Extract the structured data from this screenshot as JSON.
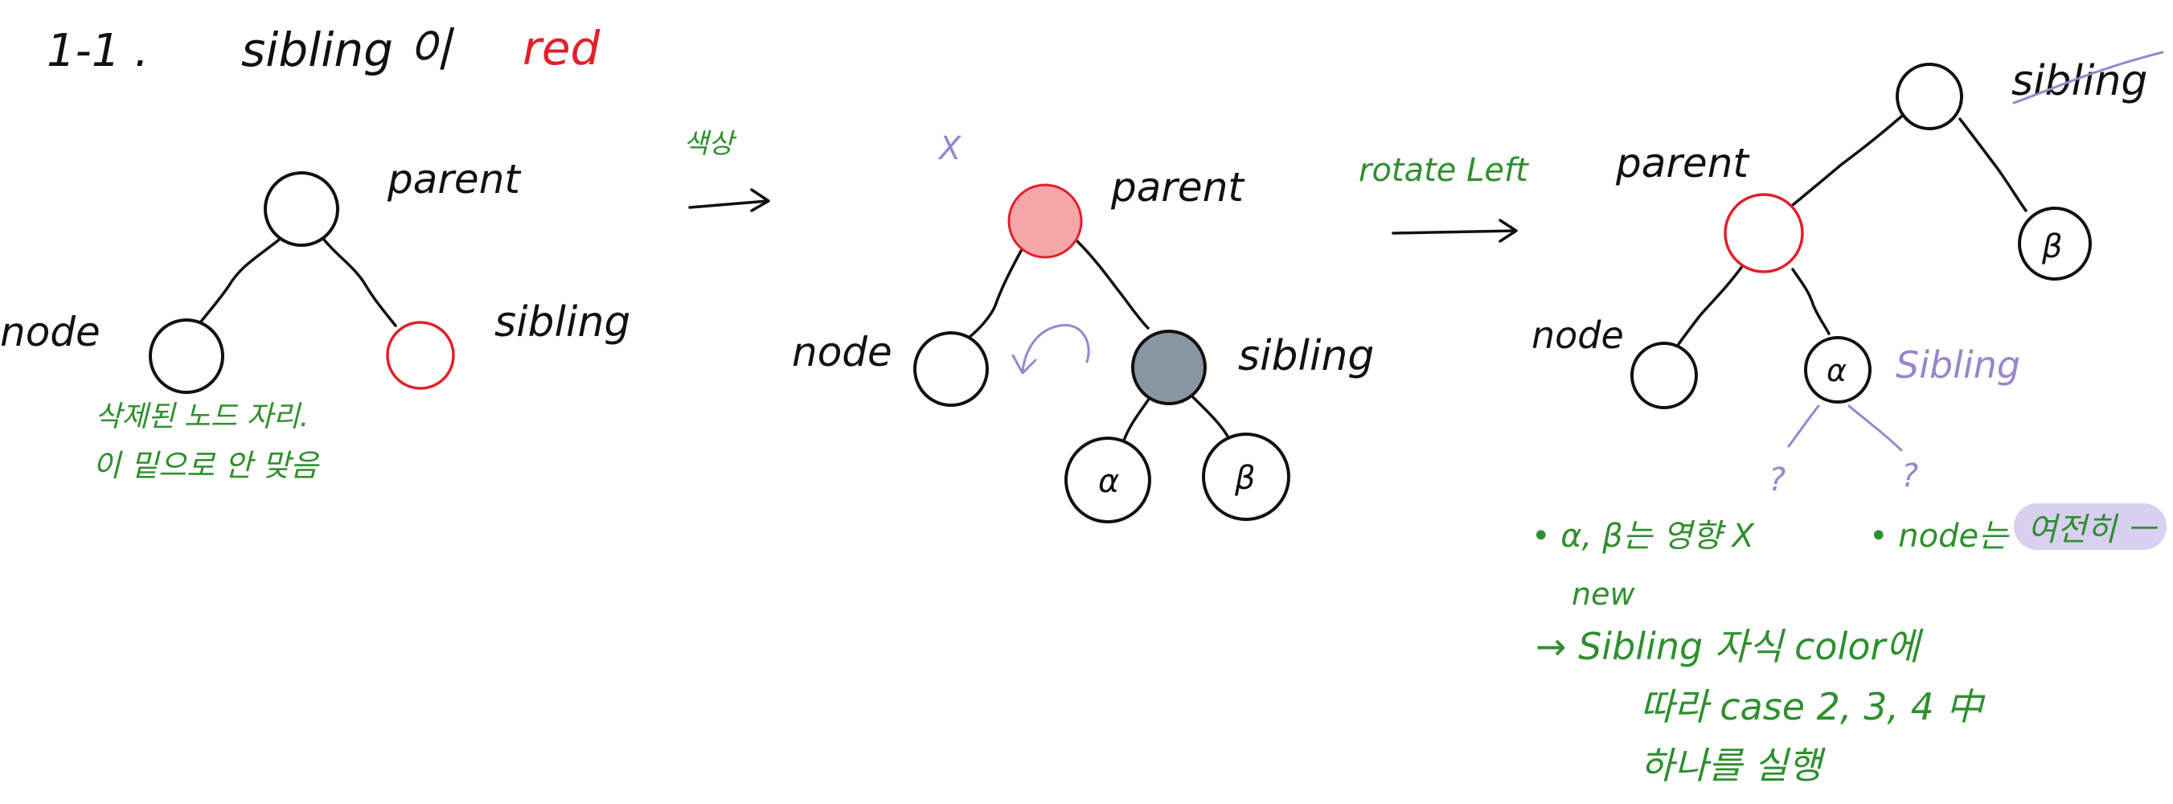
{
  "colors": {
    "ink": "#111111",
    "green": "#2f8f2f",
    "red": "#e0202c",
    "purple": "#9a86cc",
    "pink_fill": "#f4a6a8",
    "gray_fill": "#8a95a3",
    "highlight": "#d9cff0"
  },
  "heading": {
    "number": "1-1 .",
    "text": "sibling 이",
    "red_word": "red"
  },
  "step1": {
    "parent": "parent",
    "node": "node",
    "sibling": "sibling",
    "note_line1": "삭제된 노드 자리.",
    "note_line2": "이 밑으로 안 맞음"
  },
  "arrow1": {
    "label": "색상"
  },
  "step2": {
    "x_mark": "X",
    "parent": "parent",
    "node": "node",
    "sibling": "sibling",
    "alpha": "α",
    "beta": "β"
  },
  "arrow2": {
    "label": "rotate Left"
  },
  "step3": {
    "parent": "parent",
    "old_sibling": "sibling",
    "node": "node",
    "alpha": "α",
    "beta": "β",
    "new_sibling": "Sibling",
    "q1": "?",
    "q2": "?"
  },
  "notes": {
    "bullet1": "• α, β는 영향 X",
    "bullet2_prefix": "• node는",
    "bullet2_highlight": "여전히 ㅡ",
    "new": "new",
    "line1": "→ Sibling  자식 color에",
    "line2": "따라  case 2, 3, 4 中",
    "line3": "하나를 실행"
  }
}
